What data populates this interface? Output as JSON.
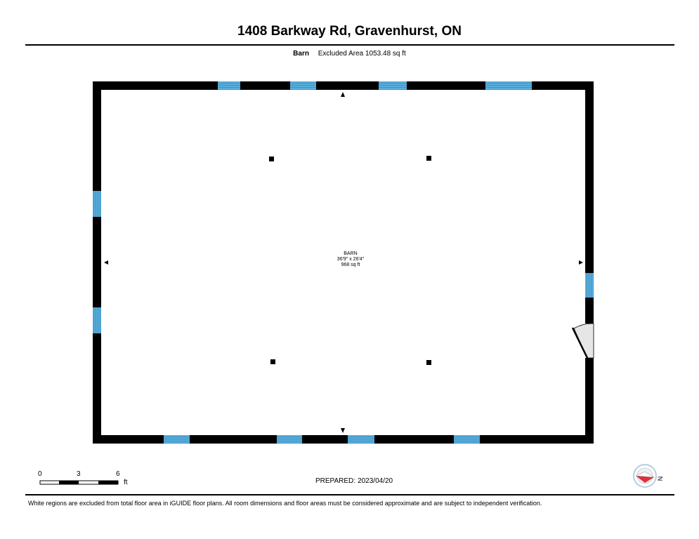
{
  "header": {
    "title": "1408 Barkway Rd, Gravenhurst, ON",
    "floor_name": "Barn",
    "excluded_area": "Excluded Area 1053.48 sq ft"
  },
  "room": {
    "name": "BARN",
    "dimensions": "36'9\" x 26'4\"",
    "area": "968 sq ft"
  },
  "scale_bar": {
    "tick_0": "0",
    "tick_3": "3",
    "tick_6": "6",
    "unit": "ft"
  },
  "prepared": {
    "label": "PREPARED:",
    "date": "2023/04/20"
  },
  "compass": {
    "direction": "N"
  },
  "footer": {
    "disclaimer": "White regions are excluded from total floor area in iGUIDE floor plans. All room dimensions and floor areas must be considered approximate and are subject to independent verification."
  },
  "colors": {
    "wall": "#000000",
    "window": "#5aaedc",
    "door_swing": "#e6e6e6",
    "compass_red": "#e0303a"
  }
}
